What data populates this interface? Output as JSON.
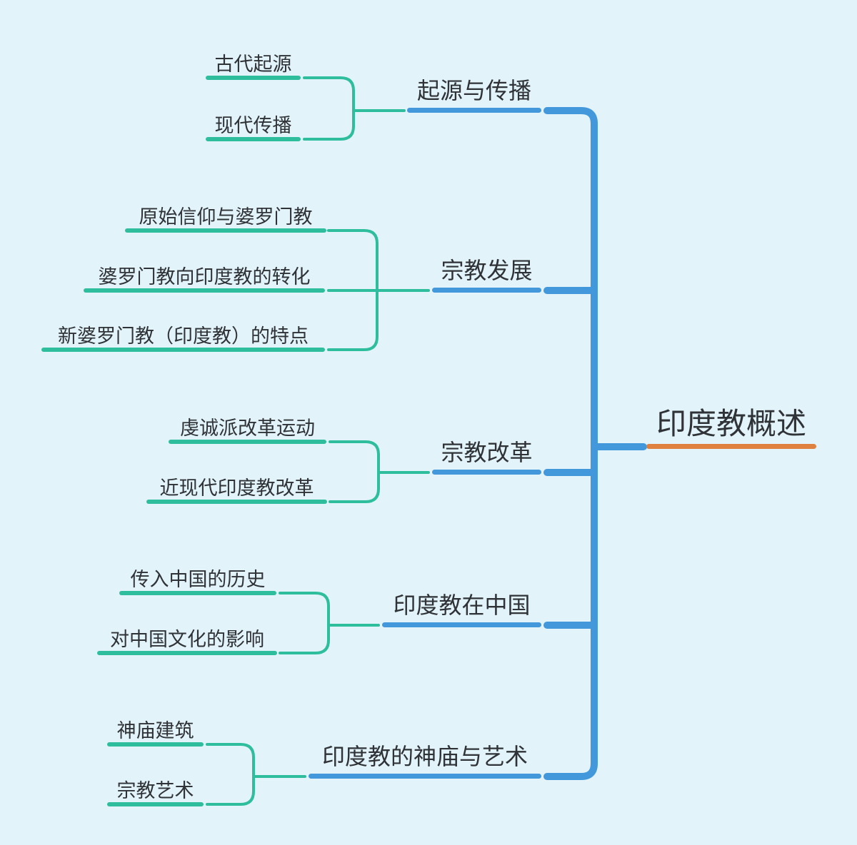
{
  "colors": {
    "teal": "#2ebe9d",
    "blue": "#4398dc",
    "orange": "#e0823f",
    "text": "#2f3337",
    "background": "#e2f3fa"
  },
  "root": {
    "label": "印度教概述"
  },
  "branches": [
    {
      "label": "起源与传播",
      "children": [
        {
          "label": "古代起源"
        },
        {
          "label": "现代传播"
        }
      ]
    },
    {
      "label": "宗教发展",
      "children": [
        {
          "label": "原始信仰与婆罗门教"
        },
        {
          "label": "婆罗门教向印度教的转化"
        },
        {
          "label": "新婆罗门教（印度教）的特点"
        }
      ]
    },
    {
      "label": "宗教改革",
      "children": [
        {
          "label": "虔诚派改革运动"
        },
        {
          "label": "近现代印度教改革"
        }
      ]
    },
    {
      "label": "印度教在中国",
      "children": [
        {
          "label": "传入中国的历史"
        },
        {
          "label": "对中国文化的影响"
        }
      ]
    },
    {
      "label": "印度教的神庙与艺术",
      "children": [
        {
          "label": "神庙建筑"
        },
        {
          "label": "宗教艺术"
        }
      ]
    }
  ]
}
